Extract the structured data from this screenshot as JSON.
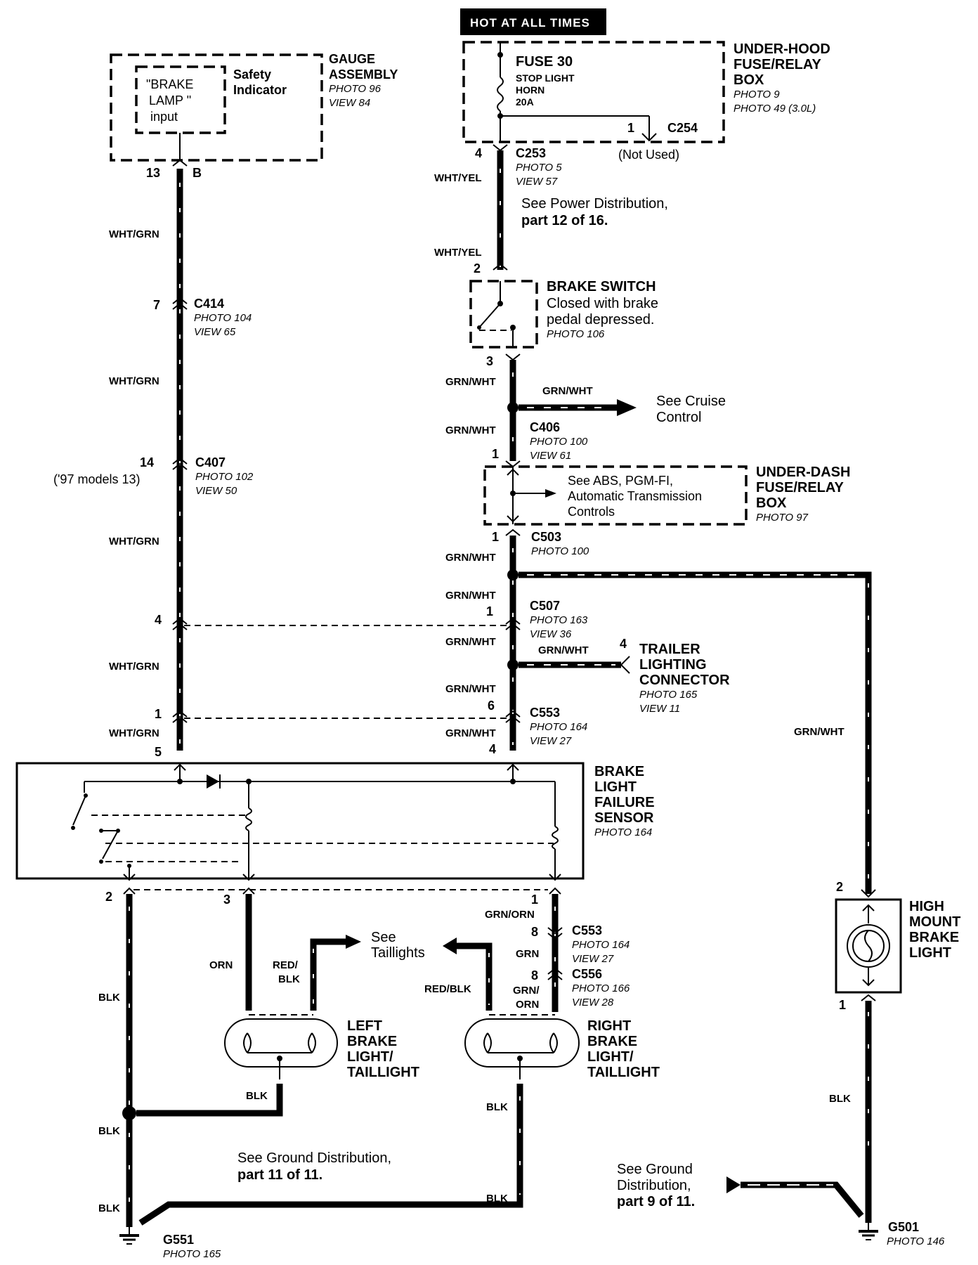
{
  "hot_label": "HOT AT ALL TIMES",
  "gauge": {
    "title1": "GAUGE",
    "title2": "ASSEMBLY",
    "photo": "PHOTO 96",
    "view": "VIEW 84",
    "inner1": "\"BRAKE",
    "inner2": "LAMP \"",
    "inner3": "input",
    "safety1": "Safety",
    "safety2": "Indicator",
    "pin13": "13",
    "pinB": "B"
  },
  "underhood": {
    "title1": "UNDER-HOOD",
    "title2": "FUSE/RELAY",
    "title3": "BOX",
    "photo1": "PHOTO 9",
    "photo2": "PHOTO 49 (3.0L)",
    "fuse": "FUSE 30",
    "fuse_desc1": "STOP LIGHT",
    "fuse_desc2": "HORN",
    "fuse_amp": "20A",
    "c254": "C254",
    "c254_pin": "1",
    "not_used": "(Not Used)"
  },
  "c253": {
    "name": "C253",
    "pin": "4",
    "photo": "PHOTO 5",
    "view": "VIEW 57"
  },
  "power_note1": "See Power Distribution,",
  "power_note2": "part 12 of 16.",
  "brake_switch": {
    "title": "BRAKE SWITCH",
    "line1": "Closed with brake",
    "line2": "pedal depressed.",
    "photo": "PHOTO 106",
    "pin_top": "2",
    "pin_bottom": "3"
  },
  "cruise1": "See Cruise",
  "cruise2": "Control",
  "c406": {
    "name": "C406",
    "pin": "1",
    "photo": "PHOTO 100",
    "view": "VIEW 61"
  },
  "underdash": {
    "title1": "UNDER-DASH",
    "title2": "FUSE/RELAY",
    "title3": "BOX",
    "photo": "PHOTO 97",
    "see1": "See ABS, PGM-FI,",
    "see2": "Automatic Transmission",
    "see3": "Controls"
  },
  "c503": {
    "name": "C503",
    "pin": "1",
    "photo": "PHOTO 100"
  },
  "c507": {
    "name": "C507",
    "pin_right": "1",
    "pin_left": "4",
    "photo": "PHOTO 163",
    "view": "VIEW 36"
  },
  "trailer": {
    "pin": "4",
    "title1": "TRAILER",
    "title2": "LIGHTING",
    "title3": "CONNECTOR",
    "photo": "PHOTO 165",
    "view": "VIEW 11"
  },
  "c553_top": {
    "name": "C553",
    "pin_left": "1",
    "pin_right": "6",
    "photo": "PHOTO 164",
    "view": "VIEW 27"
  },
  "c414": {
    "name": "C414",
    "pin": "7",
    "photo": "PHOTO 104",
    "view": "VIEW 65"
  },
  "c407": {
    "name": "C407",
    "pin": "14",
    "pin_note": "('97 models 13)",
    "photo": "PHOTO 102",
    "view": "VIEW 50"
  },
  "sensor": {
    "title1": "BRAKE",
    "title2": "LIGHT",
    "title3": "FAILURE",
    "title4": "SENSOR",
    "photo": "PHOTO 164",
    "pin5": "5",
    "pin4": "4",
    "pin2": "2",
    "pin3": "3",
    "pin1": "1"
  },
  "c553_bot": {
    "name": "C553",
    "pin": "8",
    "photo": "PHOTO 164",
    "view": "VIEW 27"
  },
  "c556": {
    "name": "C556",
    "pin": "8",
    "photo": "PHOTO 166",
    "view": "VIEW 28"
  },
  "taillights1": "See",
  "taillights2": "Taillights",
  "left_light": {
    "t1": "LEFT",
    "t2": "BRAKE",
    "t3": "LIGHT/",
    "t4": "TAILLIGHT"
  },
  "right_light": {
    "t1": "RIGHT",
    "t2": "BRAKE",
    "t3": "LIGHT/",
    "t4": "TAILLIGHT"
  },
  "high_mount": {
    "t1": "HIGH",
    "t2": "MOUNT",
    "t3": "BRAKE",
    "t4": "LIGHT",
    "pin_top": "2",
    "pin_bottom": "1"
  },
  "ground_left1": "See Ground Distribution,",
  "ground_left2": "part 11 of 11.",
  "ground_right1": "See Ground",
  "ground_right2": "Distribution,",
  "ground_right3": "part 9 of 11.",
  "g551": {
    "name": "G551",
    "photo": "PHOTO 165"
  },
  "g501": {
    "name": "G501",
    "photo": "PHOTO 146"
  },
  "wires": {
    "wht_grn": "WHT/GRN",
    "wht_yel": "WHT/YEL",
    "grn_wht": "GRN/WHT",
    "grn_orn": "GRN/ORN",
    "grn": "GRN",
    "grn_slash": "GRN/",
    "orn": "ORN",
    "red_slash": "RED/",
    "blk": "BLK",
    "red_blk": "RED/BLK"
  }
}
